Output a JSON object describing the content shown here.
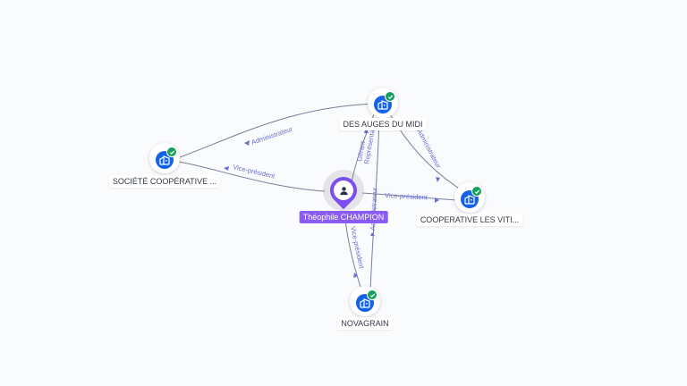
{
  "graph": {
    "person": {
      "name": "Théophile CHAMPION",
      "icon": "person-icon",
      "color": "#8a5cf5"
    },
    "companies": [
      {
        "id": "auges",
        "name": "DES AUGES DU MIDI",
        "icon": "building-icon",
        "verified": true
      },
      {
        "id": "societe",
        "name": "SOCIÉTÉ COOPÉRATIVE ...",
        "icon": "building-icon",
        "verified": true
      },
      {
        "id": "cooperative",
        "name": "COOPERATIVE LES VITI...",
        "icon": "building-icon",
        "verified": true
      },
      {
        "id": "novagrain",
        "name": "NOVAGRAIN",
        "icon": "building-icon",
        "verified": true
      }
    ],
    "edge_labels": {
      "societe_auges": "Administrateur",
      "person_societe": "Vice-président",
      "person_auges_gerant": "Gérant",
      "person_auges_rep": "Représentant",
      "auges_cooperative": "Administrateur",
      "person_cooperative": "Vice-président",
      "auges_novagrain": "Administrateur",
      "person_novagrain": "Vice-président"
    },
    "colors": {
      "company_fill": "#1463e6",
      "verified_badge": "#14a05a",
      "edge_stroke": "#7a7f9a",
      "edge_label": "#6a6fd0"
    }
  }
}
